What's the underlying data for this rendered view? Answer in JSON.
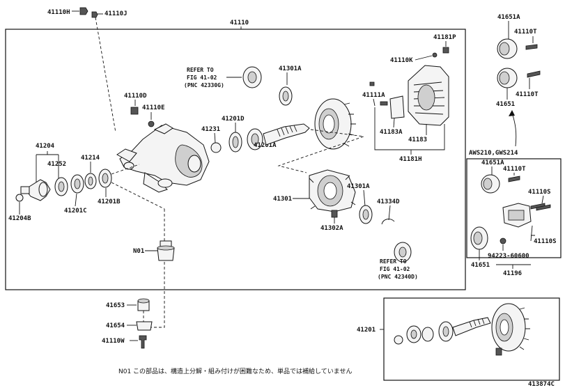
{
  "labels": {
    "l41110h": "41110H",
    "l41110j": "41110J",
    "l41110": "41110",
    "l41651a_top": "41651A",
    "l41110t_top1": "41110T",
    "l41110t_top2": "41110T",
    "l41651_top": "41651",
    "l41181p": "41181P",
    "l41110k": "41110K",
    "l41301a_top": "41301A",
    "l41111a": "41111A",
    "l41110d": "41110D",
    "l41110e": "41110E",
    "l41201d": "41201D",
    "l41231": "41231",
    "l41201a": "41201A",
    "l41183a": "41183A",
    "l41183": "41183",
    "l41181h": "41181H",
    "l41204": "41204",
    "l41252": "41252",
    "l41214": "41214",
    "l41201c": "41201C",
    "l41201b": "41201B",
    "l41204b": "41204B",
    "l41301": "41301",
    "l41301a_mid": "41301A",
    "l41334d": "41334D",
    "l41302a": "41302A",
    "aws_header": "AWS210,GWS214",
    "l41651a_mid": "41651A",
    "l41110t_mid": "41110T",
    "l41110s_1": "41110S",
    "l41110s_2": "41110S",
    "l94223": "94223-60600",
    "l41651_mid": "41651",
    "l41196": "41196",
    "n01": "N01",
    "l41653": "41653",
    "l41654": "41654",
    "l41110w": "41110W",
    "l41201": "41201"
  },
  "refer_top": {
    "line1": "REFER TO",
    "line2": "FIG 41-02",
    "line3": "(PNC 42330G)"
  },
  "refer_bottom": {
    "line1": "REFER TO",
    "line2": "FIG 41-02",
    "line3": "(PNC 42340D)"
  },
  "footnote": "N01 この部品は、構造上分解・組み付けが困難なため、単品では補給していません",
  "figure_code": "413874C"
}
